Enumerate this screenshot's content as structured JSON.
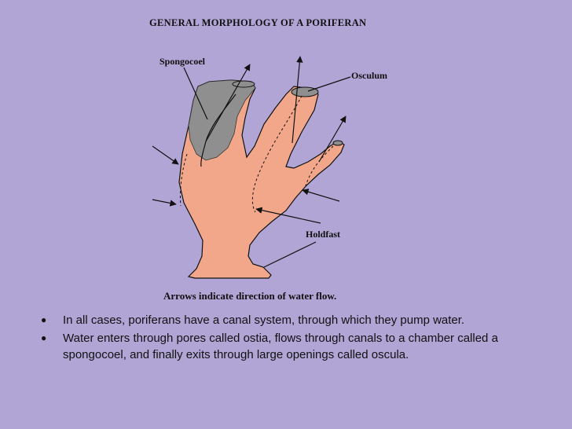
{
  "diagram": {
    "title": "GENERAL MORPHOLOGY OF A PORIFERAN",
    "labels": {
      "spongocoel": "Spongocoel",
      "osculum": "Osculum",
      "holdfast": "Holdfast"
    },
    "caption": "Arrows indicate direction of water flow."
  },
  "bullets": [
    "In all cases, poriferans have a canal system, through which they pump water.",
    "Water enters through pores called ostia, flows through canals to a chamber called a spongocoel, and finally exits through large openings called oscula."
  ],
  "colors": {
    "background": "#b1a5d6",
    "sponge_body": "#f2a78a",
    "spongocoel": "#8f8f8f",
    "outline": "#111111"
  }
}
